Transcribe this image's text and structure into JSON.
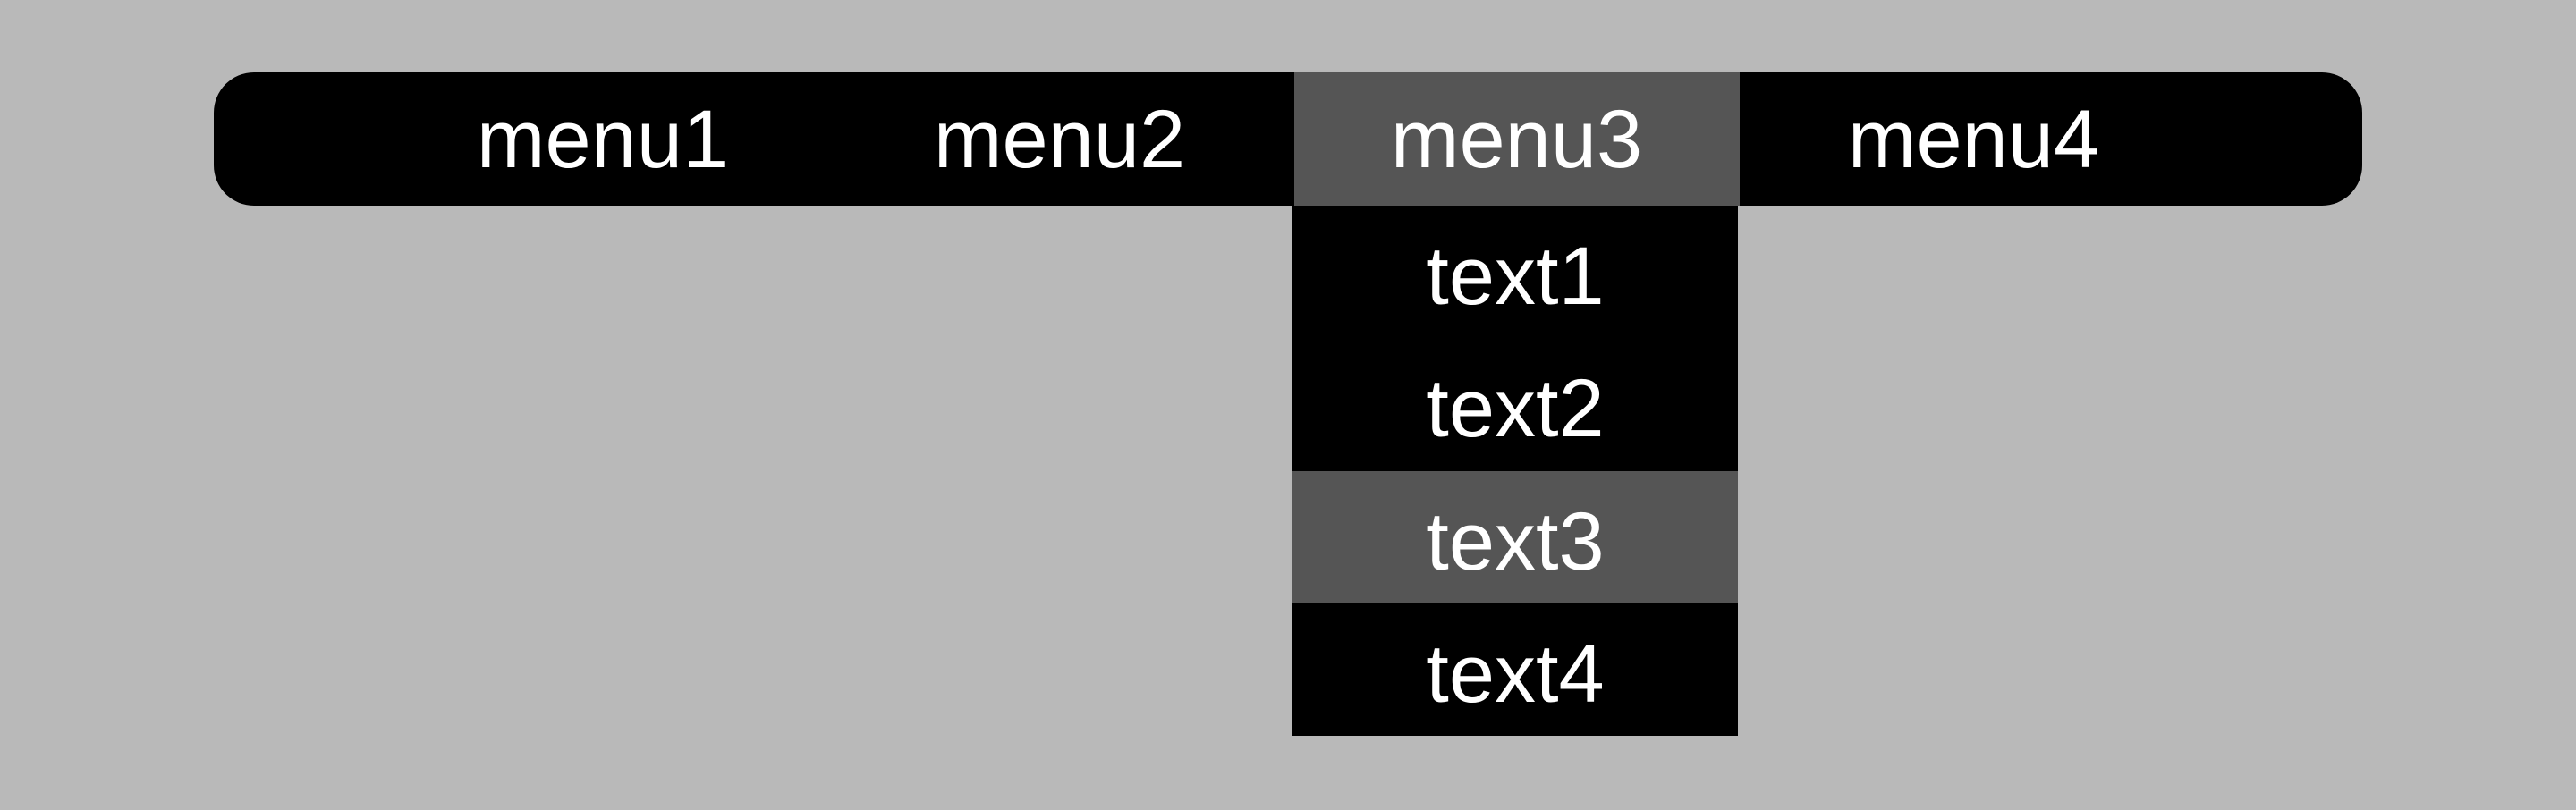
{
  "page": {
    "background_color": "#b9b9b9"
  },
  "menubar": {
    "background_color": "#000000",
    "text_color": "#ffffff",
    "highlight_color": "#555555",
    "items": [
      {
        "label": "menu1",
        "active": false
      },
      {
        "label": "menu2",
        "active": false
      },
      {
        "label": "menu3",
        "active": true
      },
      {
        "label": "menu4",
        "active": false
      }
    ]
  },
  "dropdown": {
    "parent_item": "menu3",
    "background_color": "#000000",
    "text_color": "#ffffff",
    "highlight_color": "#555555",
    "items": [
      {
        "label": "text1",
        "active": false
      },
      {
        "label": "text2",
        "active": false
      },
      {
        "label": "text3",
        "active": true
      },
      {
        "label": "text4",
        "active": false
      }
    ]
  }
}
